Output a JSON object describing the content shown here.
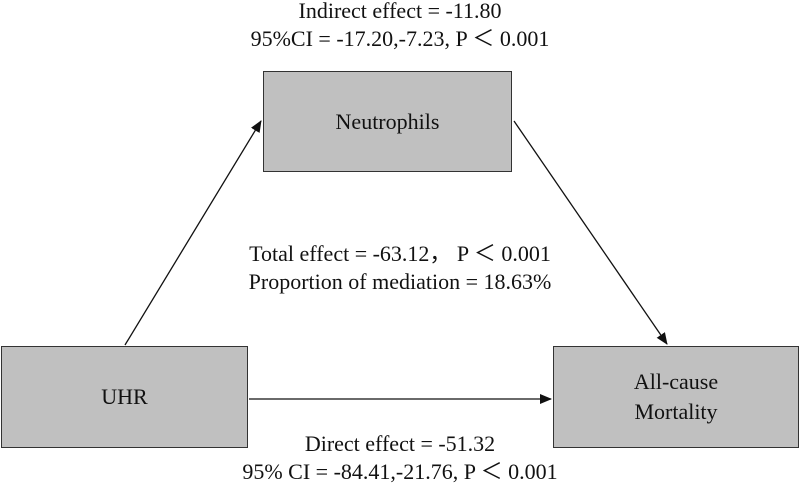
{
  "nodes": {
    "mediator": {
      "lines": [
        "Neutrophils"
      ]
    },
    "exposure": {
      "lines": [
        "UHR"
      ]
    },
    "outcome": {
      "lines": [
        "All-cause",
        "Mortality"
      ]
    }
  },
  "labels": {
    "indirect": {
      "line1": "Indirect effect = -11.80",
      "line2": "95%CI = -17.20,-7.23, P ＜ 0.001"
    },
    "total": {
      "line1": "Total effect = -63.12， P ＜ 0.001",
      "line2": "Proportion of mediation = 18.63%"
    },
    "direct": {
      "line1": "Direct effect = -51.32",
      "line2": "95% CI = -84.41,-21.76, P ＜ 0.001"
    }
  },
  "colors": {
    "box_fill": "#c0c0c0",
    "box_border": "#333333",
    "arrow": "#111111"
  }
}
